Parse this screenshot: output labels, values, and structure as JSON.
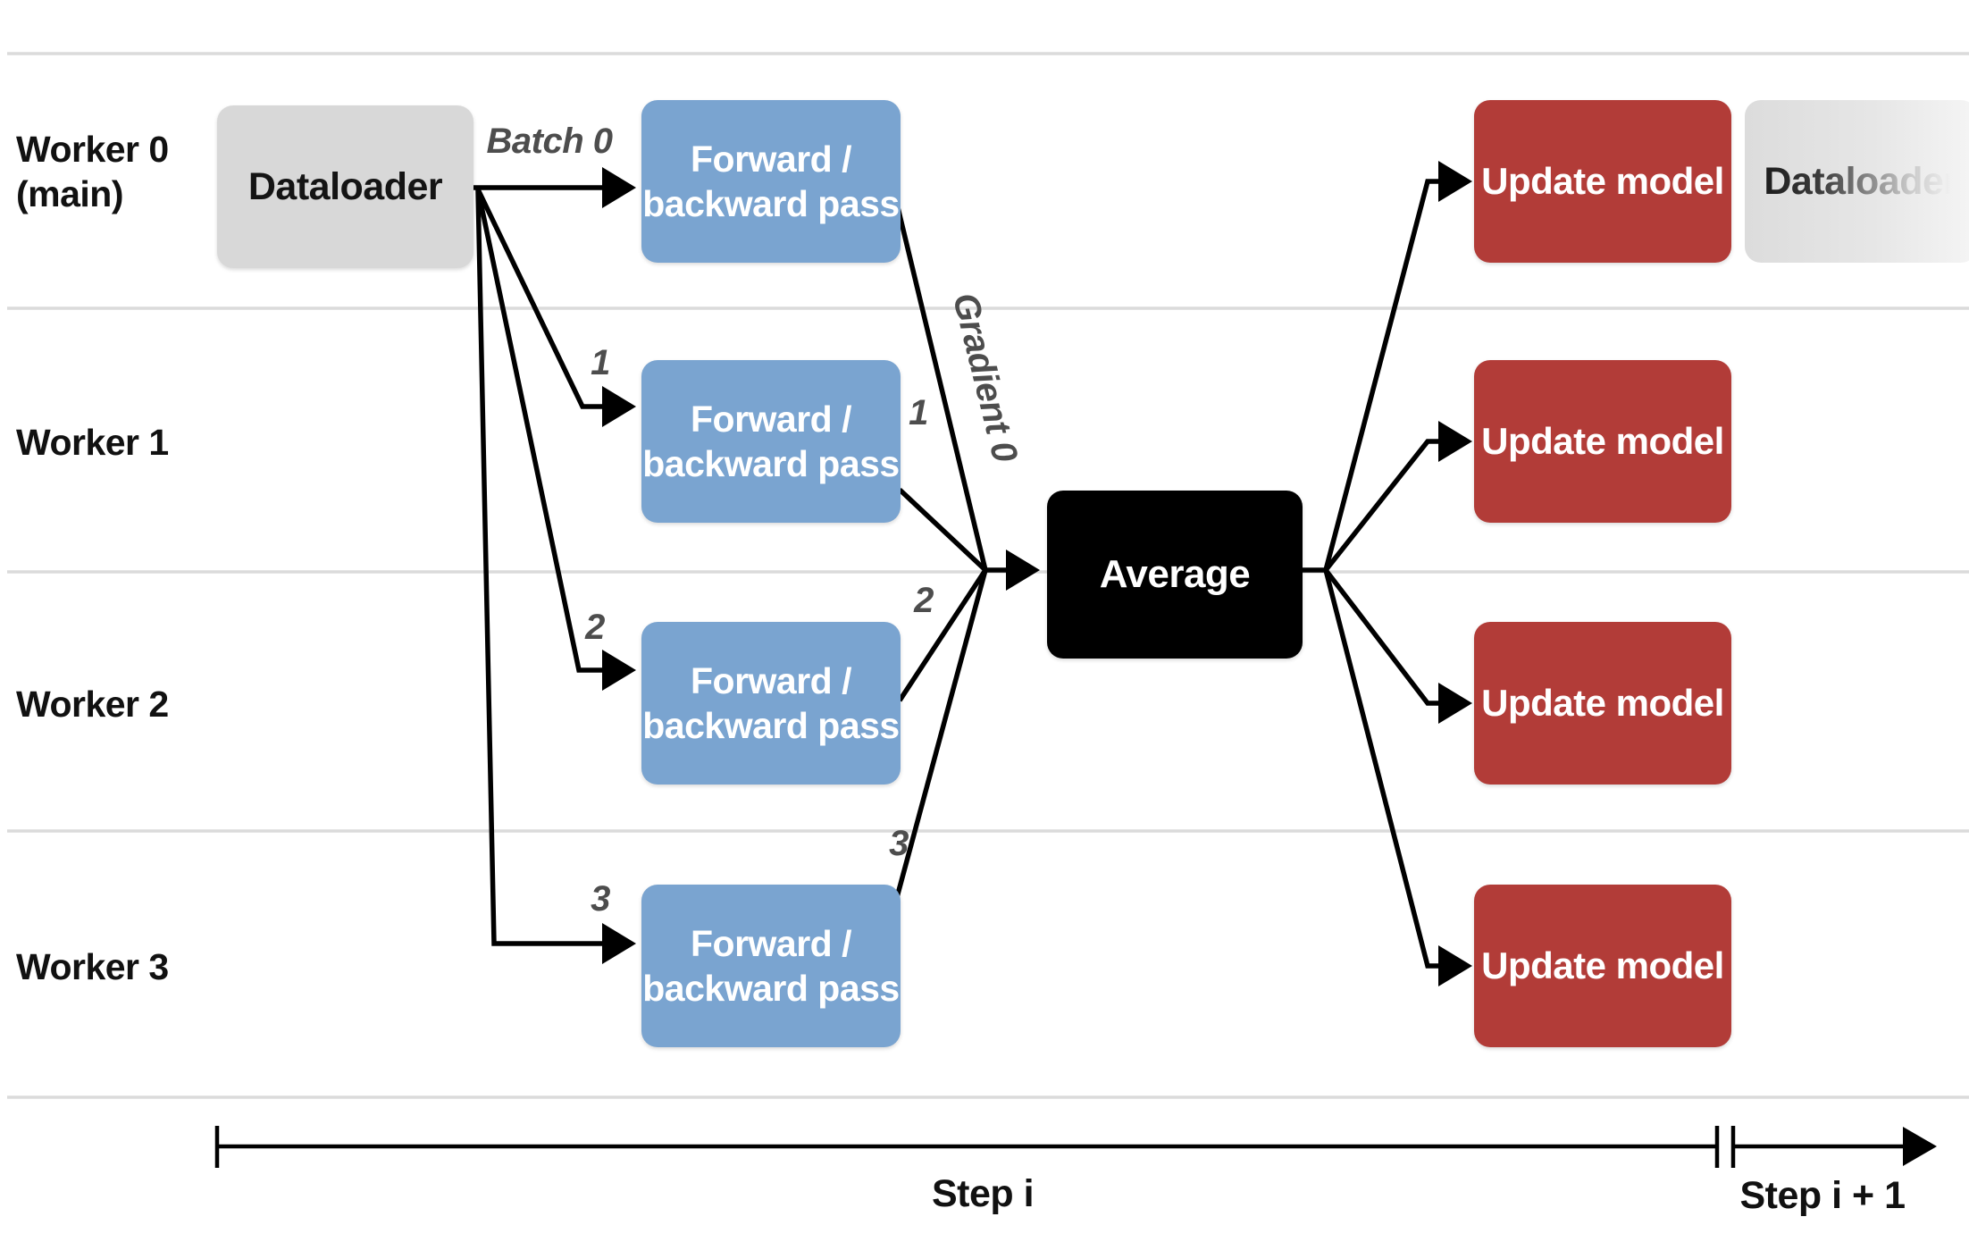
{
  "workers": [
    {
      "label": "Worker 0",
      "sublabel": "(main)"
    },
    {
      "label": "Worker 1"
    },
    {
      "label": "Worker 2"
    },
    {
      "label": "Worker 3"
    }
  ],
  "boxes": {
    "dataloader": {
      "label": "Dataloader",
      "color": "#D8D8D8"
    },
    "forward_backward": {
      "line1": "Forward /",
      "line2": "backward pass",
      "color": "#7AA4D0"
    },
    "average": {
      "label": "Average",
      "color": "#000000"
    },
    "update_model": {
      "label": "Update model",
      "color": "#B23C38"
    },
    "next_dataloader": {
      "label": "Dataloader",
      "color": "#DCDCDC"
    }
  },
  "arrow_labels": {
    "batch_0": "Batch 0",
    "batch_1": "1",
    "batch_2": "2",
    "batch_3": "3",
    "gradient_0": "Gradient 0",
    "gradient_1": "1",
    "gradient_2": "2",
    "gradient_3": "3"
  },
  "timeline": {
    "step_current": "Step i",
    "step_next": "Step i + 1"
  },
  "colors": {
    "separator_line": "#DBDBDB",
    "arrow": "#000000",
    "annotation_text": "#4D4D4D",
    "background": "#FFFFFF"
  }
}
